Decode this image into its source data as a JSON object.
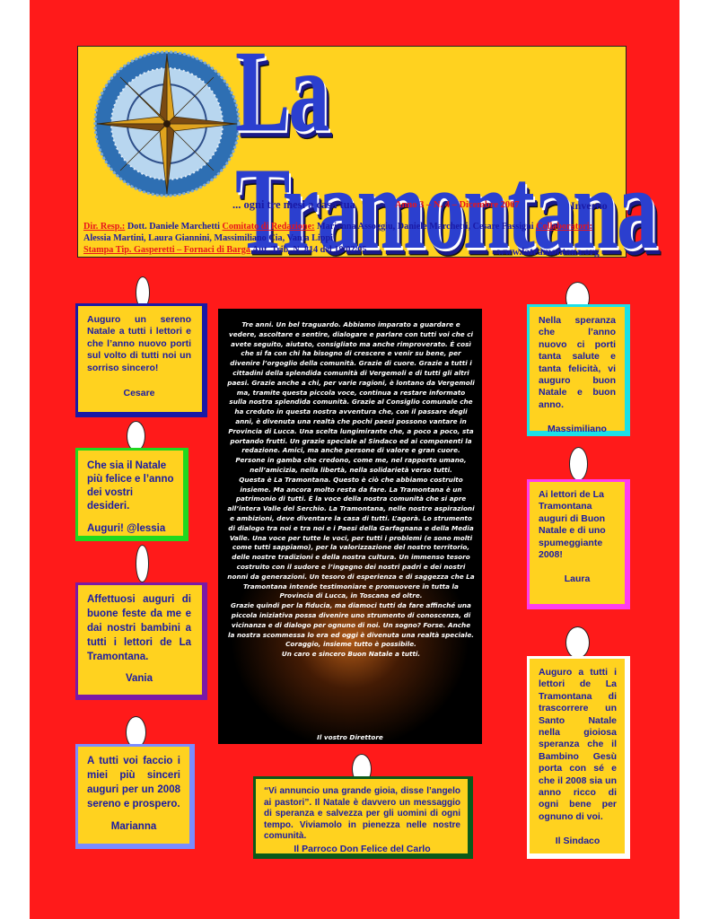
{
  "header": {
    "title": "La Tramontana",
    "slogan": "... ogni tre mesi a casa tua",
    "issue": "Anno 3 – N. 4 – Dicembre  2007",
    "season": "Inverno",
    "dir_label": "Dir. Resp.:",
    "dir_name": " Dott. Daniele Marchetti ",
    "comitato_label": "Comitato di Redazione:",
    "comitato_names": " Marianna Assoggiu, Daniele Marchetti, Cesare Passigni ",
    "collab_label": "Collaboratori:",
    "collab_names": "Alessia Martini, Laura Giannini, Massimiliano Cia, Vania Lippi",
    "stampa": "Stampa Tip. Gasperetti – Fornaci di Barga",
    "aut": "  Aut. Trib. N. 814 del 18/02/05",
    "website": "www.latramontana.org"
  },
  "boxes": {
    "cesare": {
      "text": "Auguro un sereno Natale a tutti i lettori e che l’anno nuovo porti sul volto di tutti noi un sorriso sincero!",
      "sig": "Cesare"
    },
    "alessia": {
      "text": "Che sia il Natale più felice e l’anno dei vostri desideri.",
      "sig": "Auguri!  @lessia"
    },
    "vania": {
      "text": "Affettuosi auguri di buone feste da me e dai nostri bambini a tutti i lettori de La Tramontana.",
      "sig": "Vania"
    },
    "marianna": {
      "text": "A tutti voi faccio i miei più sinceri auguri per un 2008 sereno e prospero.",
      "sig": "Marianna"
    },
    "massimiliano": {
      "text": "Nella speranza che l’anno nuovo ci porti tanta salute e tanta felicità, vi auguro buon Natale e buon anno.",
      "sig": "Massimiliano"
    },
    "laura": {
      "text": "Ai lettori de La Tramontana auguri di Buon Natale e di uno spumeggiante 2008!",
      "sig": "Laura"
    },
    "sindaco": {
      "text": "Auguro a tutti i lettori de La Tramontana di trascorrere un Santo Natale nella gioiosa speranza che il Bambino Gesù porta con sé e che il 2008 sia un anno ricco di ogni bene per ognuno di voi.",
      "sig": "Il Sindaco"
    },
    "parroco": {
      "text": "“Vi annuncio una grande gioia, disse l’angelo ai pastori”. Il Natale è davvero un messaggio di speranza e salvezza per gli uomini di ogni tempo. Viviamolo in pienezza nelle nostre comunità.",
      "sig": "Il Parroco Don Felice del Carlo"
    }
  },
  "editorial": {
    "p1": "Tre anni. Un bel traguardo. Abbiamo imparato a guardare e vedere, ascoltare e sentire, dialogare e parlare con tutti voi che ci avete seguito, aiutato, consigliato ma anche rimproverato. È così che si fa con chi ha bisogno di crescere e venir su bene, per divenire l’orgoglio della comunità. Grazie di cuore. Grazie a tutti i cittadini della splendida comunità di Vergemoli e di tutti gli altri paesi. Grazie anche a chi, per varie ragioni, è lontano da Vergemoli ma, tramite questa piccola voce, continua a restare informato sulla nostra splendida comunità. Grazie al Consiglio comunale che ha creduto in questa nostra avventura che, con il passare degli anni, è divenuta una realtà che pochi paesi possono vantare in Provincia di Lucca. Una scelta lungimirante che, a poco a poco, sta portando frutti. Un grazie speciale al Sindaco ed ai componenti la redazione. Amici, ma anche persone di valore e gran cuore. Persone in gamba che credono, come me, nel rapporto umano, nell’amicizia, nella libertà, nella solidarietà verso tutti.",
    "p2": "Questa è La Tramontana. Questo è ciò che abbiamo costruito insieme. Ma ancora molto resta da fare. La Tramontana è un patrimonio di tutti. È la voce della nostra comunità che si apre all’intera Valle del Serchio. La Tramontana, nelle nostre aspirazioni e ambizioni, deve diventare la casa di tutti. L’agorà. Lo strumento di dialogo tra noi e tra noi e i Paesi della Garfagnana e della Media Valle. Una voce per tutte le voci, per tutti i problemi (e sono molti come tutti sappiamo), per la valorizzazione del nostro territorio, delle nostre tradizioni e della nostra cultura. Un immenso tesoro costruito con il sudore e l’ingegno dei nostri padri e dei nostri nonni da generazioni. Un tesoro di esperienza e di saggezza che La Tramontana intende testimoniare e promuovere in tutta la Provincia di Lucca, in Toscana ed oltre.",
    "p3": "Grazie quindi per la fiducia, ma diamoci tutti da fare affinché una piccola iniziativa possa divenire uno strumento di conoscenza, di vicinanza e di dialogo per ognuno di noi. Un sogno? Forse. Anche la nostra scommessa lo era ed oggi è divenuta una realtà speciale.",
    "p4": "Coraggio, insieme tutto è possibile.",
    "p5": "Un caro e sincero Buon Natale a tutti.",
    "sign": "Il vostro Direttore"
  },
  "colors": {
    "page": "#ff1a1a",
    "masthead": "#ffd21f",
    "ink_blue": "#1a1aa6",
    "credit_red": "#e8141c"
  }
}
